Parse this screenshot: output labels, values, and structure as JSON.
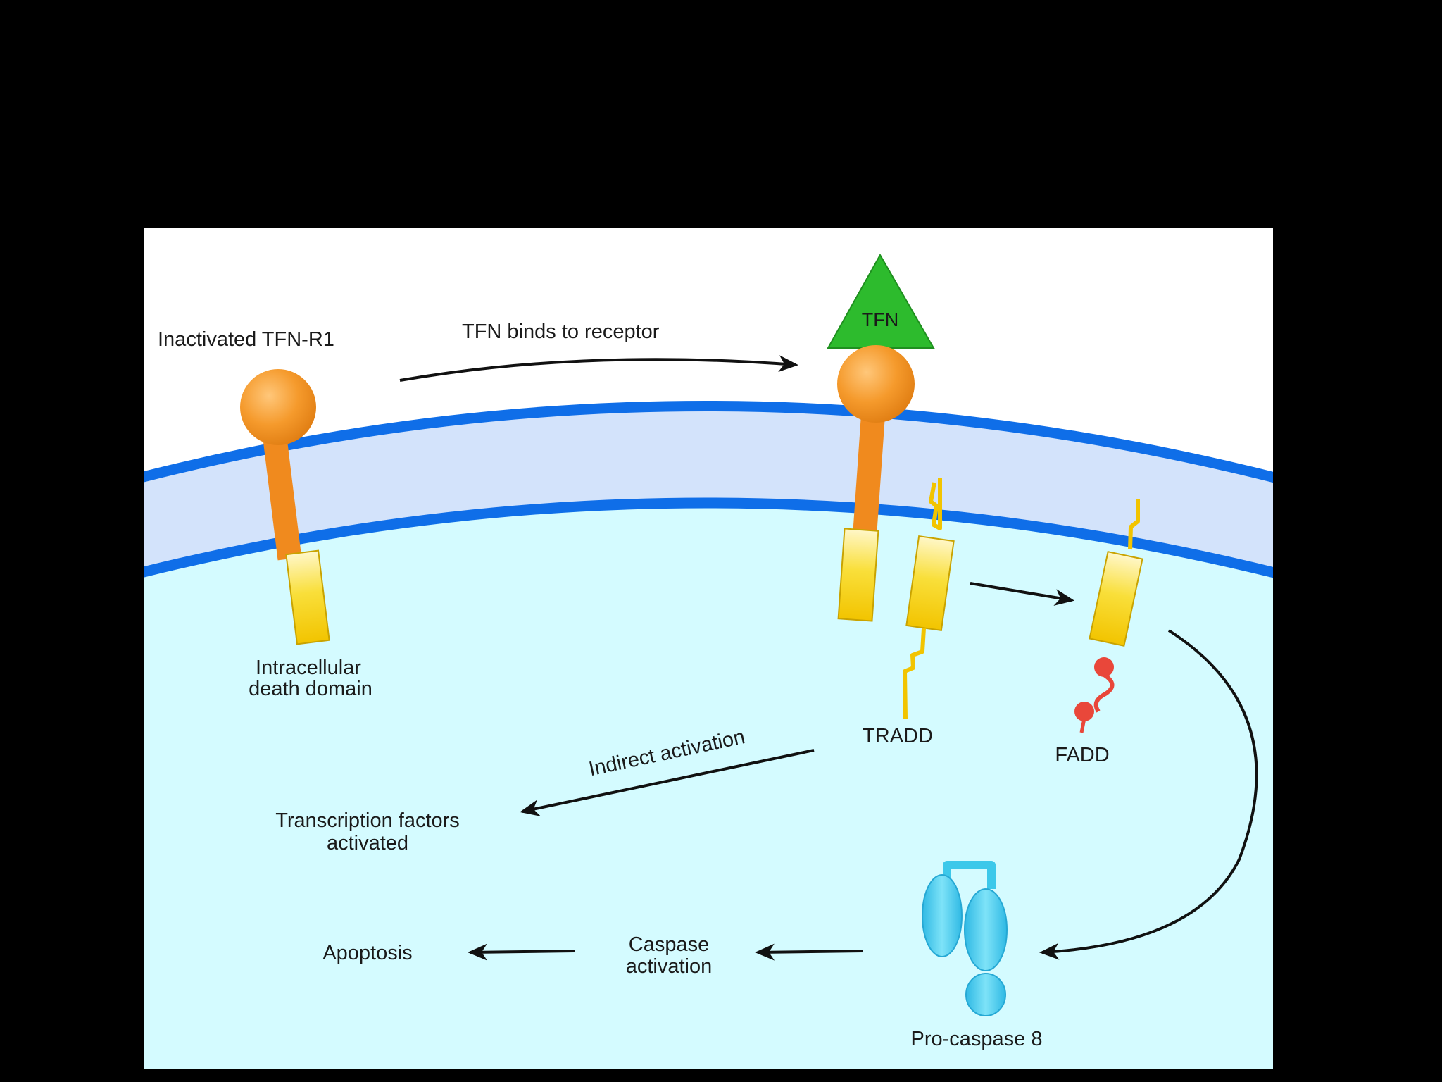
{
  "colors": {
    "background": "#000000",
    "extracellular": "#ffffff",
    "cytoplasm": "#d4fbff",
    "membrane_band": "#d3e3fb",
    "membrane_edge": "#0f6ee8",
    "receptor_head": "#f39a2c",
    "receptor_stem": "#f08a1e",
    "death_domain": "#f7d920",
    "ligand": "#2dbb2d",
    "fadd_effector": "#e9473a",
    "procaspase": "#3cc8ea",
    "arrow": "#111111",
    "text": "#1a1a1a"
  },
  "labels": {
    "inactivated_receptor": "Inactivated TFN-R1",
    "binding_step": "TFN binds to receptor",
    "ligand": "TFN",
    "death_domain_line1": "Intracellular",
    "death_domain_line2": "death domain",
    "tradd": "TRADD",
    "fadd": "FADD",
    "indirect_activation": "Indirect activation",
    "transcription_line1": "Transcription factors",
    "transcription_line2": "activated",
    "apoptosis": "Apoptosis",
    "caspase_line1": "Caspase",
    "caspase_line2": "activation",
    "procaspase": "Pro-caspase 8"
  },
  "icons": [
    "receptor-icon",
    "ligand-icon",
    "tradd-icon",
    "fadd-icon",
    "procaspase-icon"
  ]
}
